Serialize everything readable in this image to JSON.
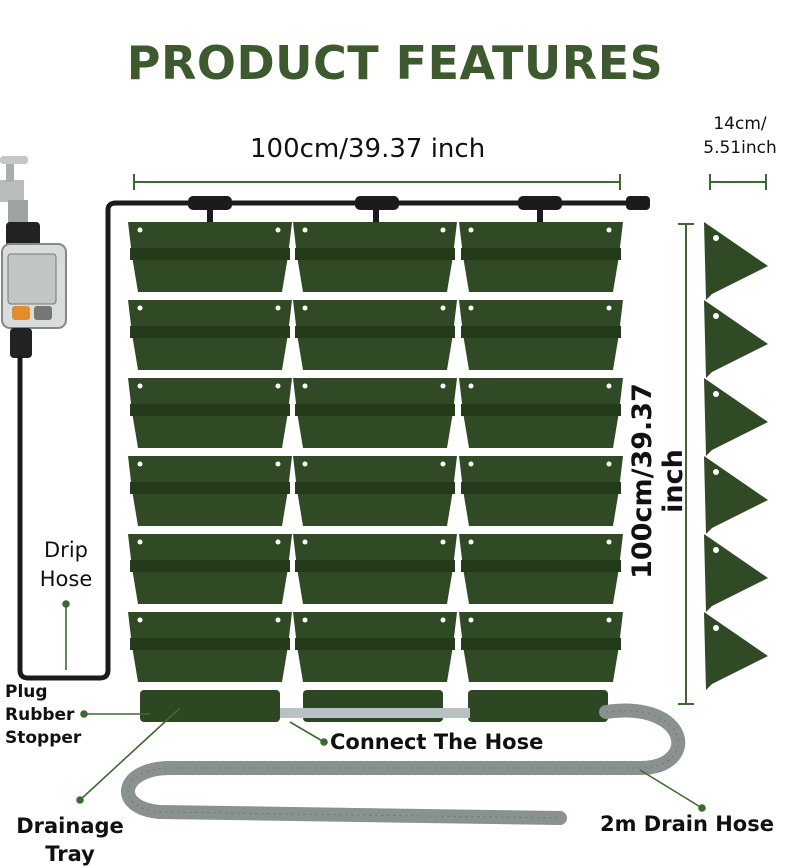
{
  "title": "PRODUCT FEATURES",
  "dimensions": {
    "width": "100cm/39.37 inch",
    "depth_line1": "14cm/",
    "depth_line2": "5.51inch",
    "height": "100cm/39.37 inch"
  },
  "callouts": {
    "drip_hose_line1": "Drip",
    "drip_hose_line2": "Hose",
    "plug_line1": "Plug",
    "plug_line2": "Rubber",
    "plug_line3": "Stopper",
    "connect_hose": "Connect The Hose",
    "drainage_tray_line1": "Drainage",
    "drainage_tray_line2": "Tray",
    "drain_hose": "2m Drain Hose"
  },
  "planter_grid": {
    "columns": 3,
    "rows": 6
  },
  "colors": {
    "title": "#3d5a2e",
    "planter": "#2f4a24",
    "planter_dark": "#233a1b",
    "hose": "#8a9190",
    "dimension_line": "#3c6b2f"
  }
}
